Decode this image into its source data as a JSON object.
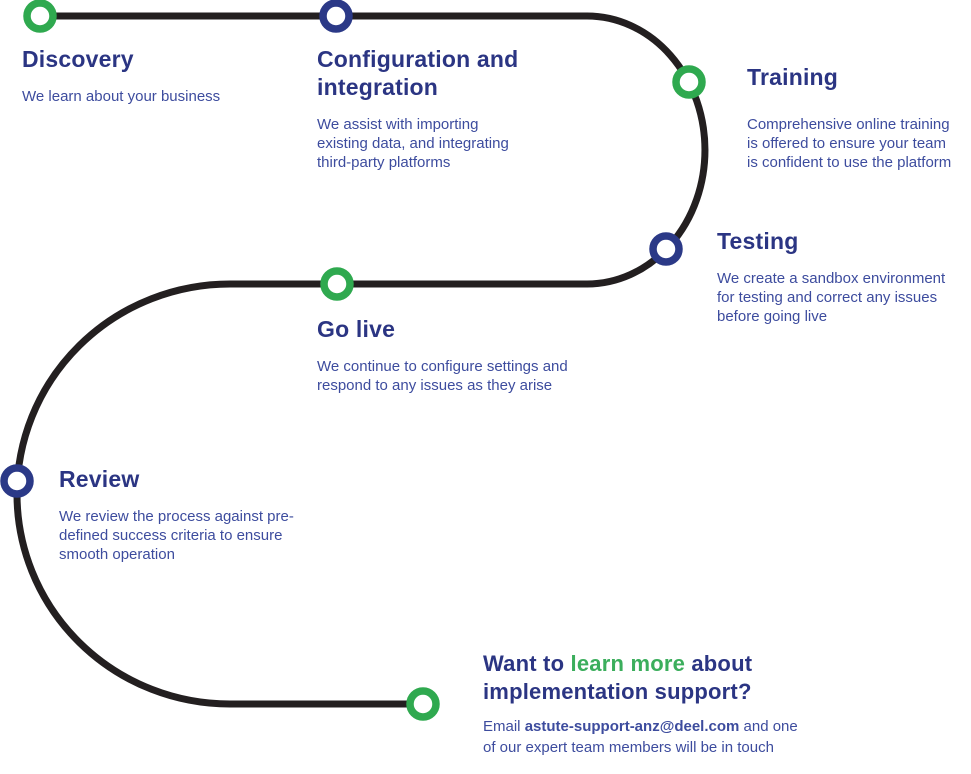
{
  "colors": {
    "green": "#2fa94f",
    "navy": "#2b3987",
    "title_text": "#2b3583",
    "body_text": "#3d4c9e",
    "text_green": "#3bae5c",
    "line": "#231f20"
  },
  "steps": [
    {
      "id": "discovery",
      "title": "Discovery",
      "description": "We learn about your business",
      "node_color": "green"
    },
    {
      "id": "configuration",
      "title": "Configuration and\nintegration",
      "description": "We assist with importing\nexisting data, and integrating\nthird-party platforms",
      "node_color": "navy"
    },
    {
      "id": "training",
      "title": "Training",
      "description": "Comprehensive online training\nis offered to ensure your team\nis confident to use the platform",
      "node_color": "green"
    },
    {
      "id": "testing",
      "title": "Testing",
      "description": "We create a sandbox environment\nfor testing and correct any issues\nbefore going live",
      "node_color": "navy"
    },
    {
      "id": "go-live",
      "title": "Go live",
      "description": "We continue to configure settings and\nrespond to any issues as they arise",
      "node_color": "green"
    },
    {
      "id": "review",
      "title": "Review",
      "description": "We review the process against pre-\ndefined success criteria to ensure\nsmooth operation",
      "node_color": "navy"
    }
  ],
  "cta": {
    "heading_pre": "Want to ",
    "heading_highlight": "learn more",
    "heading_post": " about\nimplementation support?",
    "body_pre": "Email ",
    "email": "astute-support-anz@deel.com",
    "body_post": " and one\nof our expert team members will be in touch",
    "node_color": "green"
  }
}
